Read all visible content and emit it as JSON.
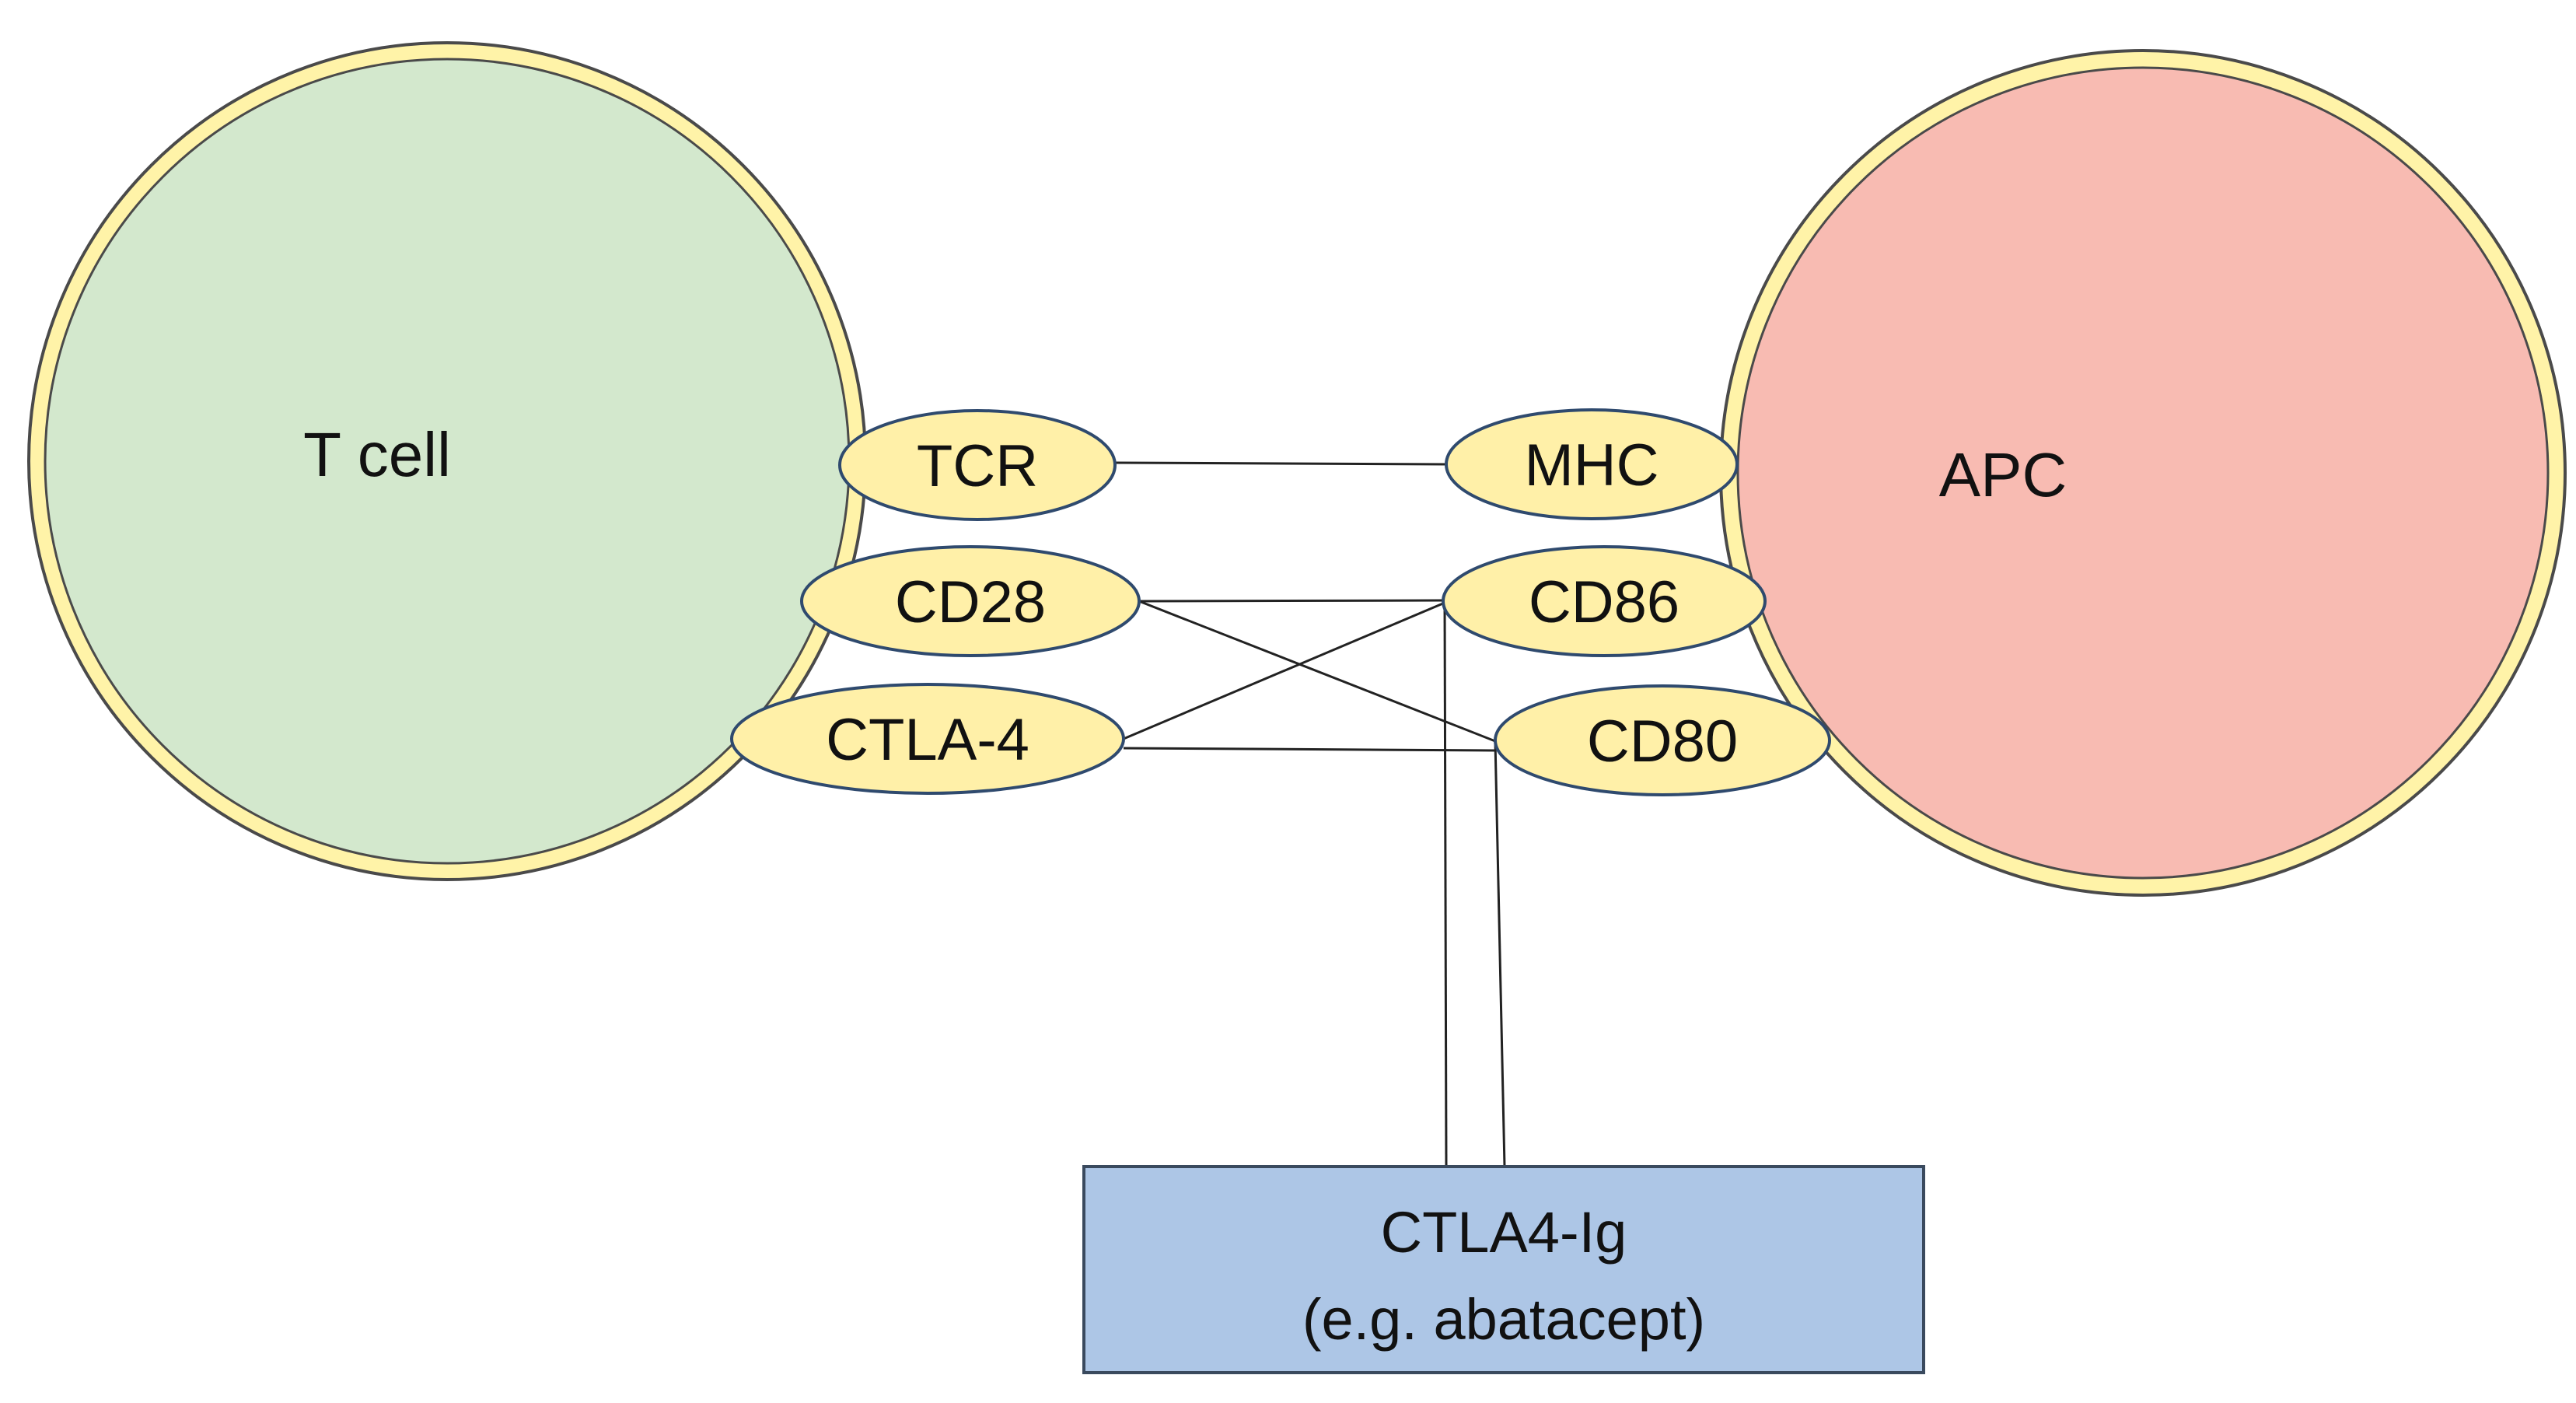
{
  "colors": {
    "membrane": "#fff3a8",
    "outline": "#4a4a4a",
    "t_cell_fill": "#d3e8cd",
    "apc_fill": "#f8bbb2",
    "molecule_fill": "#fff0a8",
    "molecule_outline": "#2f4a6e",
    "drug_fill": "#adc6e6",
    "drug_outline": "#3a4a5e",
    "line": "#222222"
  },
  "cells": {
    "t_cell": {
      "label": "T cell"
    },
    "apc": {
      "label": "APC"
    }
  },
  "molecules": {
    "tcr": "TCR",
    "cd28": "CD28",
    "ctla4": "CTLA-4",
    "mhc": "MHC",
    "cd86": "CD86",
    "cd80": "CD80"
  },
  "drug": {
    "line1": "CTLA4-Ig",
    "line2": "(e.g. abatacept)"
  },
  "interactions": [
    {
      "from": "TCR",
      "to": "MHC"
    },
    {
      "from": "CD28",
      "to": "CD86"
    },
    {
      "from": "CD28",
      "to": "CD80"
    },
    {
      "from": "CTLA-4",
      "to": "CD86"
    },
    {
      "from": "CTLA-4",
      "to": "CD80"
    },
    {
      "from": "CTLA4-Ig",
      "to": "CD86"
    },
    {
      "from": "CTLA4-Ig",
      "to": "CD80"
    }
  ]
}
